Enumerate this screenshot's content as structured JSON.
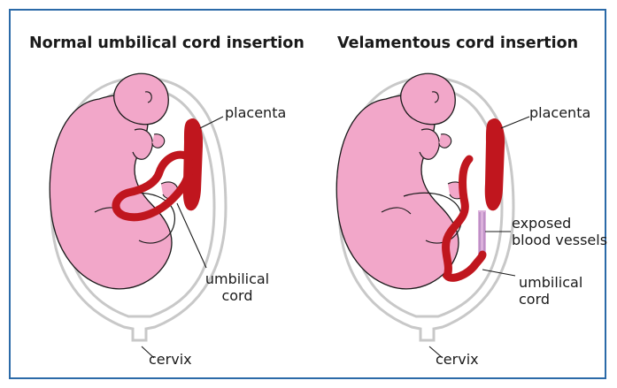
{
  "colors": {
    "border": "#2b6aa8",
    "fetus": "#f2a7c9",
    "fetus_outline": "#1a1a1a",
    "uterus_outline": "#c8c8c8",
    "placenta": "#c0161e",
    "exposed_vessels": "#d8a8d8"
  },
  "panels": [
    {
      "title": "Normal umbilical cord insertion",
      "labels": {
        "placenta": "placenta",
        "umbilical_cord": "umbilical\ncord",
        "cervix": "cervix"
      }
    },
    {
      "title": "Velamentous cord insertion",
      "labels": {
        "placenta": "placenta",
        "exposed_blood_vessels": "exposed\nblood vessels",
        "umbilical_cord": "umbilical\ncord",
        "cervix": "cervix"
      }
    }
  ]
}
